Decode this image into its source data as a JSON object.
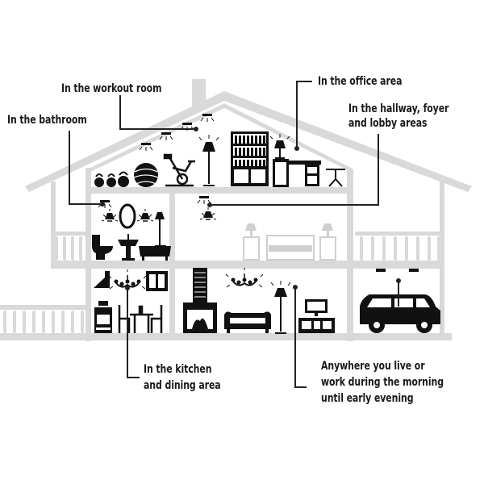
{
  "labels": {
    "workout": "In the workout room",
    "bathroom": "In the bathroom",
    "office": "In the office area",
    "hallway_line1": "In the hallway, foyer",
    "hallway_line2": "and lobby areas",
    "kitchen_line1": "In the kitchen",
    "kitchen_line2": "and  dining area",
    "anywhere_line1": "Anywhere you live or",
    "anywhere_line2": "work during the morning",
    "anywhere_line3": "until early evening"
  },
  "colors": {
    "house": "#d9d9d9",
    "icon": "#111111",
    "faint_icon": "#cfcfcf",
    "line": "#222222",
    "background": "#ffffff"
  }
}
